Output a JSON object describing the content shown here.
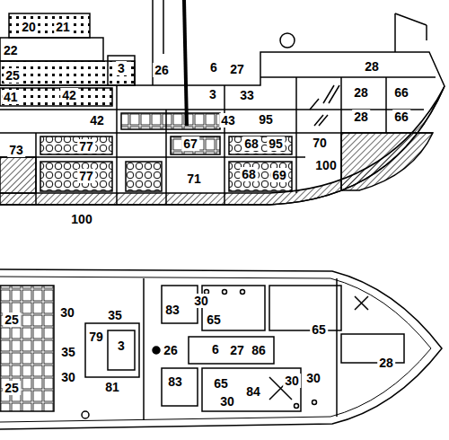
{
  "diagram": {
    "labels": [
      "20",
      "21",
      "22",
      "25",
      "3",
      "26",
      "6",
      "27",
      "28",
      "41",
      "42",
      "3",
      "33",
      "28",
      "66",
      "42",
      "43",
      "95",
      "28",
      "66",
      "73",
      "77",
      "67",
      "68",
      "95",
      "70",
      "100",
      "77",
      "71",
      "68",
      "69",
      "100",
      "30",
      "83",
      "25",
      "30",
      "35",
      "65",
      "65",
      "79",
      "35",
      "3",
      "26",
      "6",
      "27",
      "86",
      "28",
      "25",
      "30",
      "81",
      "83",
      "65",
      "84",
      "30",
      "30",
      "30"
    ]
  }
}
